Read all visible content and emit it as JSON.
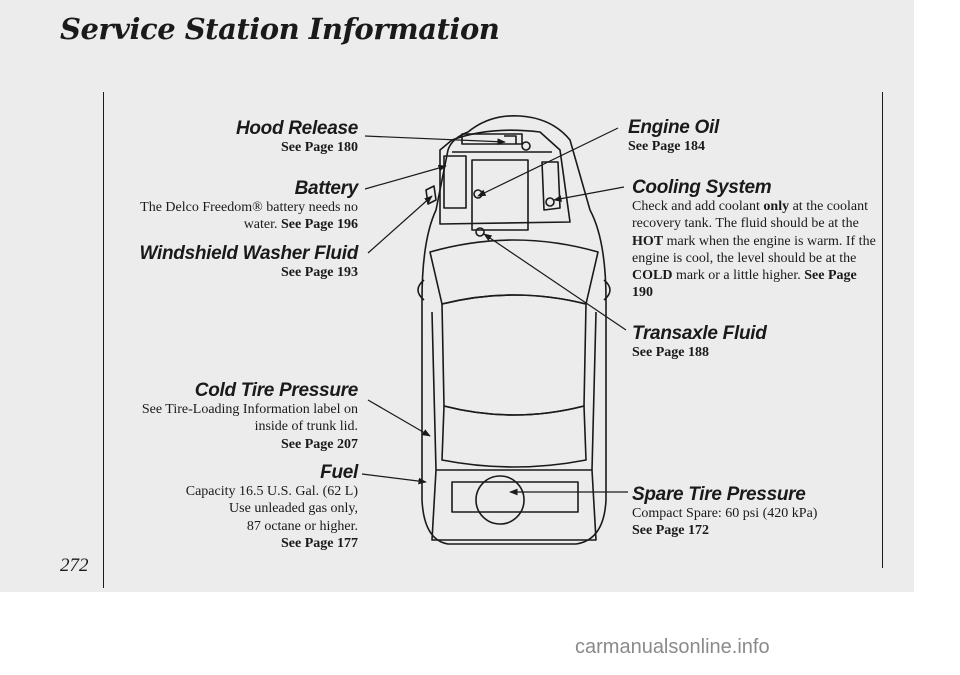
{
  "page": {
    "title": "Service Station Information",
    "page_number": "272"
  },
  "callouts": {
    "hood_release": {
      "heading": "Hood Release",
      "ref": "See Page 180"
    },
    "battery": {
      "heading": "Battery",
      "text_1": "The Delco Freedom® battery needs no water.",
      "ref": "See Page 196"
    },
    "washer_fluid": {
      "heading": "Windshield Washer Fluid",
      "ref": "See Page 193"
    },
    "cold_tire_pressure": {
      "heading": "Cold Tire Pressure",
      "text_1": "See Tire-Loading Information label on inside of trunk lid.",
      "ref": "See Page 207"
    },
    "fuel": {
      "heading": "Fuel",
      "text_1": "Capacity 16.5 U.S. Gal. (62 L)",
      "text_2": "Use unleaded gas only,",
      "text_3": "87 octane or higher.",
      "ref": "See Page 177"
    },
    "engine_oil": {
      "heading": "Engine Oil",
      "ref": "See Page 184"
    },
    "cooling_system": {
      "heading": "Cooling System",
      "text_1": "Check and add coolant",
      "emph_1": "only",
      "text_2": "at the coolant recovery tank. The fluid should be at the",
      "emph_2": "HOT",
      "text_3": "mark when the engine is warm. If the engine is cool, the level should be at the",
      "emph_3": "COLD",
      "text_4": "mark or a little higher.",
      "ref": "See Page 190"
    },
    "transaxle_fluid": {
      "heading": "Transaxle Fluid",
      "ref": "See Page 188"
    },
    "spare_tire_pressure": {
      "heading": "Spare Tire Pressure",
      "text_1": "Compact Spare: 60 psi (420 kPa)",
      "ref": "See Page 172"
    }
  },
  "watermark": "carmanualsonline.info"
}
